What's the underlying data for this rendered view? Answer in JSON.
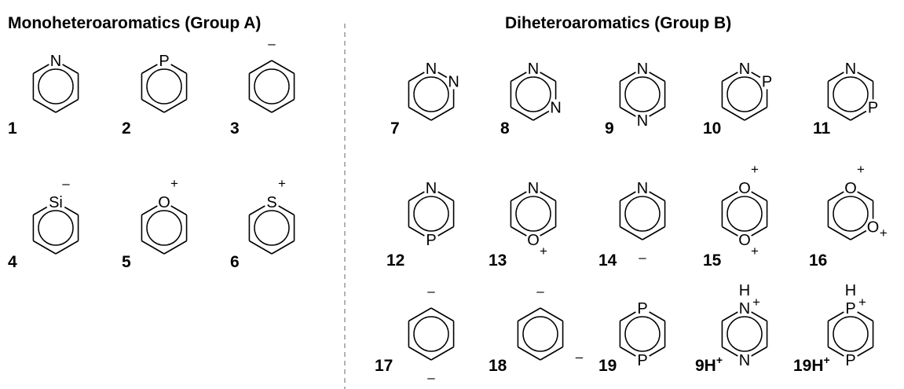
{
  "headers": {
    "group_a": "Monoheteroaromatics (Group A)",
    "group_b": "Diheteroaromatics (Group B)"
  },
  "molecules": [
    {
      "id": "1",
      "label": "1",
      "atoms": [
        {
          "pos": 0,
          "text": "N"
        }
      ],
      "charges": []
    },
    {
      "id": "2",
      "label": "2",
      "atoms": [
        {
          "pos": 0,
          "text": "P"
        }
      ],
      "charges": []
    },
    {
      "id": "3",
      "label": "3",
      "atoms": [],
      "charges": [
        {
          "pos": 0,
          "text": "–"
        }
      ]
    },
    {
      "id": "4",
      "label": "4",
      "atoms": [
        {
          "pos": 0,
          "text": "Si"
        }
      ],
      "charges": [
        {
          "pos": 0,
          "text": "–"
        }
      ]
    },
    {
      "id": "5",
      "label": "5",
      "atoms": [
        {
          "pos": 0,
          "text": "O"
        }
      ],
      "charges": [
        {
          "pos": 0,
          "text": "+"
        }
      ]
    },
    {
      "id": "6",
      "label": "6",
      "atoms": [
        {
          "pos": 0,
          "text": "S"
        }
      ],
      "charges": [
        {
          "pos": 0,
          "text": "+"
        }
      ]
    },
    {
      "id": "7",
      "label": "7",
      "atoms": [
        {
          "pos": 0,
          "text": "N"
        },
        {
          "pos": 1,
          "text": "N"
        }
      ],
      "charges": []
    },
    {
      "id": "8",
      "label": "8",
      "atoms": [
        {
          "pos": 0,
          "text": "N"
        },
        {
          "pos": 2,
          "text": "N"
        }
      ],
      "charges": []
    },
    {
      "id": "9",
      "label": "9",
      "atoms": [
        {
          "pos": 0,
          "text": "N"
        },
        {
          "pos": 3,
          "text": "N"
        }
      ],
      "charges": []
    },
    {
      "id": "10",
      "label": "10",
      "atoms": [
        {
          "pos": 0,
          "text": "N"
        },
        {
          "pos": 1,
          "text": "P"
        }
      ],
      "charges": []
    },
    {
      "id": "11",
      "label": "11",
      "atoms": [
        {
          "pos": 0,
          "text": "N"
        },
        {
          "pos": 2,
          "text": "P"
        }
      ],
      "charges": []
    },
    {
      "id": "12",
      "label": "12",
      "atoms": [
        {
          "pos": 0,
          "text": "N"
        },
        {
          "pos": 3,
          "text": "P"
        }
      ],
      "charges": []
    },
    {
      "id": "13",
      "label": "13",
      "atoms": [
        {
          "pos": 0,
          "text": "N"
        },
        {
          "pos": 3,
          "text": "O"
        }
      ],
      "charges": [
        {
          "pos": 3,
          "text": "+"
        }
      ]
    },
    {
      "id": "14",
      "label": "14",
      "atoms": [
        {
          "pos": 0,
          "text": "N"
        }
      ],
      "charges": [
        {
          "pos": 3,
          "text": "–"
        }
      ]
    },
    {
      "id": "15",
      "label": "15",
      "atoms": [
        {
          "pos": 0,
          "text": "O"
        },
        {
          "pos": 3,
          "text": "O"
        }
      ],
      "charges": [
        {
          "pos": 0,
          "text": "+"
        },
        {
          "pos": 3,
          "text": "+"
        }
      ]
    },
    {
      "id": "16",
      "label": "16",
      "atoms": [
        {
          "pos": 0,
          "text": "O"
        },
        {
          "pos": 2,
          "text": "O"
        }
      ],
      "charges": [
        {
          "pos": 0,
          "text": "+"
        },
        {
          "pos": 2,
          "text": "+"
        }
      ]
    },
    {
      "id": "17",
      "label": "17",
      "atoms": [],
      "charges": [
        {
          "pos": 0,
          "text": "–"
        },
        {
          "pos": 3,
          "text": "–"
        }
      ]
    },
    {
      "id": "18",
      "label": "18",
      "atoms": [],
      "charges": [
        {
          "pos": 0,
          "text": "–"
        },
        {
          "pos": 2,
          "text": "–"
        }
      ]
    },
    {
      "id": "19",
      "label": "19",
      "atoms": [
        {
          "pos": 0,
          "text": "P"
        },
        {
          "pos": 3,
          "text": "P"
        }
      ],
      "charges": []
    },
    {
      "id": "9H",
      "label": "9H",
      "label_sup": "+",
      "atoms": [
        {
          "pos": 0,
          "text": "N"
        },
        {
          "pos": 3,
          "text": "N"
        }
      ],
      "charges": [
        {
          "pos": 0,
          "text": "+"
        }
      ],
      "hydrogen": {
        "pos": 0,
        "text": "H"
      }
    },
    {
      "id": "19H",
      "label": "19H",
      "label_sup": "+",
      "atoms": [
        {
          "pos": 0,
          "text": "P"
        },
        {
          "pos": 3,
          "text": "P"
        }
      ],
      "charges": [
        {
          "pos": 0,
          "text": "+"
        }
      ],
      "hydrogen": {
        "pos": 0,
        "text": "H"
      }
    }
  ]
}
